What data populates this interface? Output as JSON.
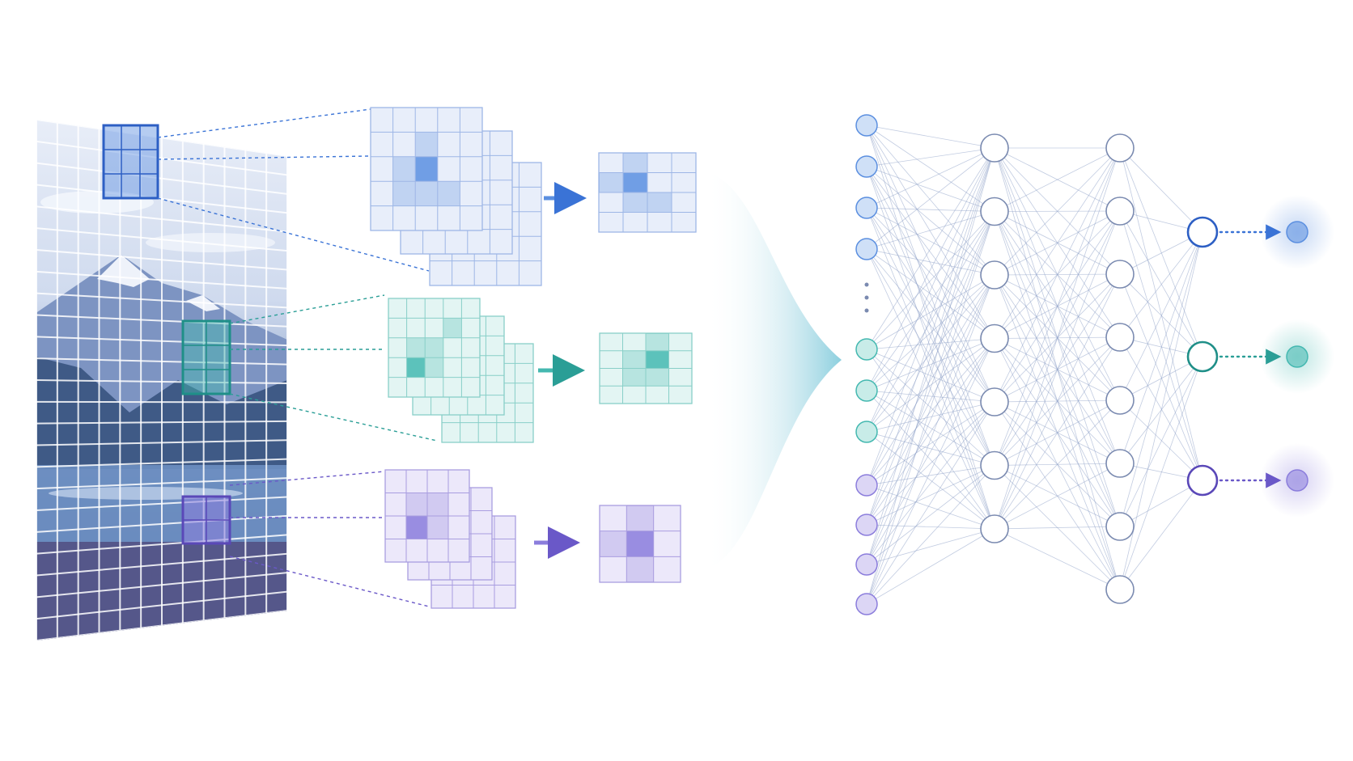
{
  "diagram": {
    "description_text": "",
    "palette": {
      "blue": "#5b8fe0",
      "blue_dark": "#2d5fc4",
      "blue_light": "#dbe6f8",
      "teal": "#44b8b0",
      "teal_dark": "#1f8f88",
      "teal_light": "#d4f0ed",
      "purple": "#8b7ddc",
      "purple_dark": "#5a48b8",
      "purple_light": "#e2ddf7",
      "connection": "#8fa3c9",
      "node_stroke": "#7a8ab0"
    },
    "input_image": {
      "columns": 12,
      "rows": 24,
      "content": "mountain-lake-landscape"
    },
    "feature_branches": [
      {
        "name": "blue-branch",
        "color": "blue",
        "stack_depth": 3,
        "kernel_size": 5,
        "pooled_size": 4
      },
      {
        "name": "teal-branch",
        "color": "teal",
        "stack_depth": 3,
        "kernel_size": 5,
        "pooled_size": 4
      },
      {
        "name": "purple-branch",
        "color": "purple",
        "stack_depth": 3,
        "kernel_size": 4,
        "pooled_size": 3
      }
    ],
    "network": {
      "input_nodes": {
        "blue": 4,
        "teal": 3,
        "purple": 4,
        "ellipsis": true
      },
      "hidden_layer_1": 7,
      "hidden_layer_2": 8,
      "output_nodes": [
        "blue",
        "teal",
        "purple"
      ]
    }
  }
}
